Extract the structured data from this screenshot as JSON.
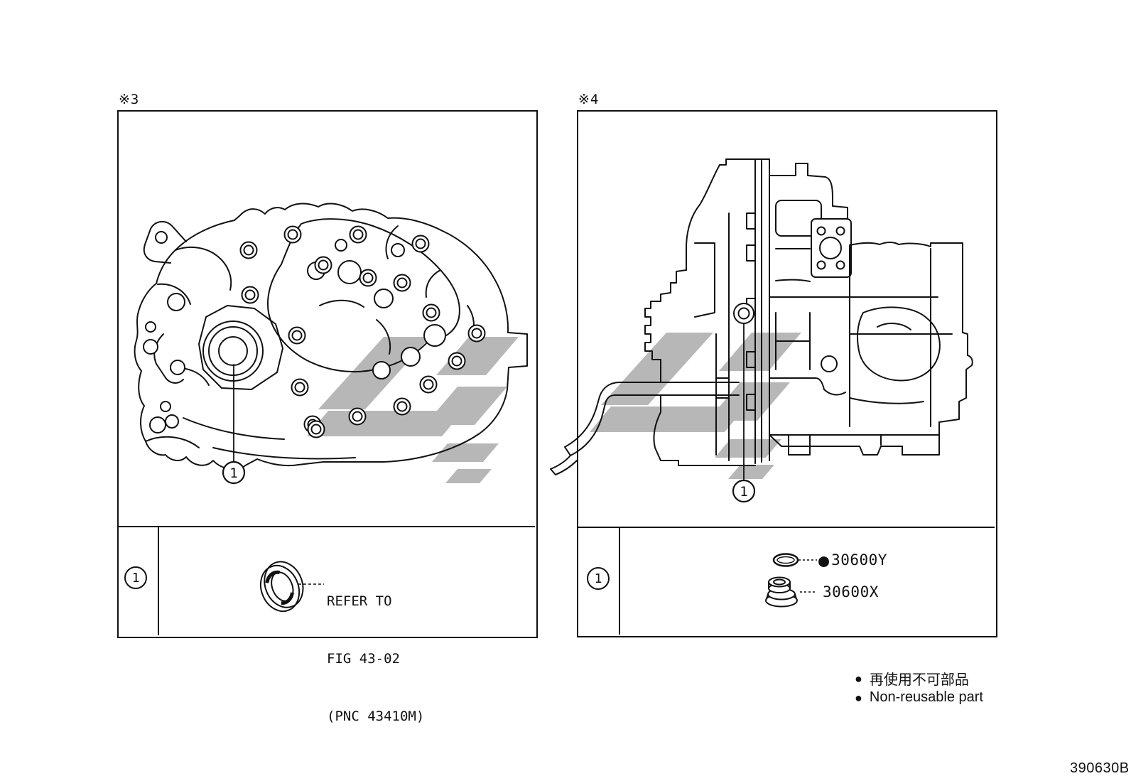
{
  "document": {
    "figure_code": "390630B"
  },
  "colors": {
    "line": "#111111",
    "watermark": "#b7b7b7",
    "background": "#ffffff"
  },
  "panels": [
    {
      "marker": "※3",
      "callout_number": "1",
      "parts_row": {
        "item_number": "1",
        "note_lines": [
          "REFER TO",
          "FIG 43-02",
          "(PNC 43410M)"
        ],
        "illustration": "oil-seal"
      }
    },
    {
      "marker": "※4",
      "callout_number": "1",
      "parts_row": {
        "item_number": "1",
        "parts": [
          {
            "bullet": "●",
            "code": "30600Y",
            "illustration": "o-ring"
          },
          {
            "bullet": "",
            "code": "30600X",
            "illustration": "drain-plug"
          }
        ]
      }
    }
  ],
  "legend": {
    "items": [
      {
        "bullet": "●",
        "text": "再使用不可部品"
      },
      {
        "bullet": "●",
        "text": "Non-reusable part"
      }
    ]
  }
}
